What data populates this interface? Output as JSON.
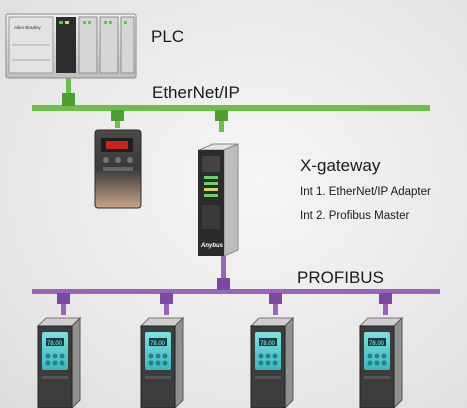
{
  "plc": {
    "label": "PLC",
    "brand": "Allen-Bradley"
  },
  "ethernet": {
    "label": "EtherNet/IP",
    "color": "#6cc04a"
  },
  "gateway": {
    "title": "X-gateway",
    "interface1": "Int 1. EtherNet/IP Adapter",
    "interface2": "Int 2. Profibus Master",
    "brand": "Anybus"
  },
  "profibus": {
    "label": "PROFIBUS",
    "color": "#9a65b8"
  },
  "drive_display": "78.00"
}
